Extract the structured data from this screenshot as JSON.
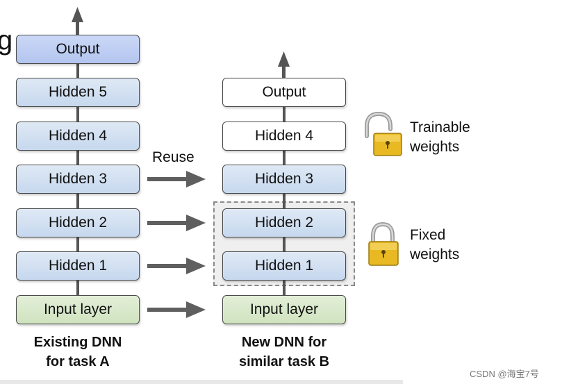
{
  "left_network": {
    "layers": [
      {
        "label": "Output",
        "style": "output"
      },
      {
        "label": "Hidden 5",
        "style": "hidden"
      },
      {
        "label": "Hidden 4",
        "style": "hidden"
      },
      {
        "label": "Hidden 3",
        "style": "hidden"
      },
      {
        "label": "Hidden 2",
        "style": "hidden"
      },
      {
        "label": "Hidden 1",
        "style": "hidden"
      },
      {
        "label": "Input layer",
        "style": "input"
      }
    ],
    "caption_line1": "Existing DNN",
    "caption_line2": "for task A"
  },
  "right_network": {
    "layers": [
      {
        "label": "Output",
        "style": "white"
      },
      {
        "label": "Hidden 4",
        "style": "white"
      },
      {
        "label": "Hidden 3",
        "style": "hidden"
      },
      {
        "label": "Hidden 2",
        "style": "hidden"
      },
      {
        "label": "Hidden 1",
        "style": "hidden"
      },
      {
        "label": "Input layer",
        "style": "input"
      }
    ],
    "caption_line1": "New DNN for",
    "caption_line2": "similar task B"
  },
  "reuse_label": "Reuse",
  "trainable_line1": "Trainable",
  "trainable_line2": "weights",
  "fixed_line1": "Fixed",
  "fixed_line2": "weights",
  "watermark": "CSDN @海宝7号",
  "clipped_letter": "g",
  "colors": {
    "hidden": "#c6d8ee",
    "output_a": "#b3c5ef",
    "input": "#cfe3bf",
    "arrow": "#5f5f5f",
    "lock_body": "#e8b923"
  },
  "icons": [
    "arrow-up-icon",
    "arrow-right-icon",
    "open-padlock-icon",
    "closed-padlock-icon"
  ]
}
